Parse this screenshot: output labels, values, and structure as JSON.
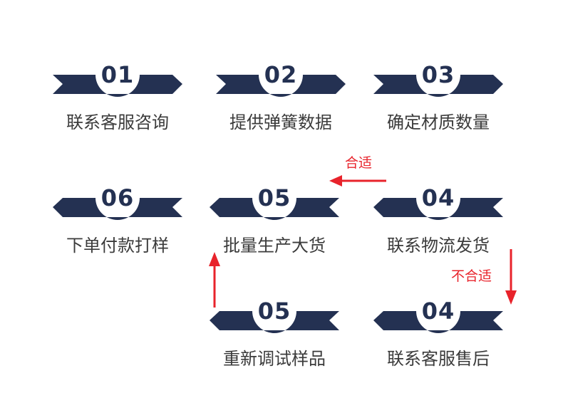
{
  "colors": {
    "banner": "#243152",
    "arrow": "#e8232b",
    "text": "#3b3b3b"
  },
  "steps": [
    {
      "num": "01",
      "label": "联系客服咨询"
    },
    {
      "num": "02",
      "label": "提供弹簧数据"
    },
    {
      "num": "03",
      "label": "确定材质数量"
    },
    {
      "num": "04",
      "label": "联系物流发货"
    },
    {
      "num": "05",
      "label": "批量生产大货"
    },
    {
      "num": "06",
      "label": "下单付款打样"
    },
    {
      "num": "05",
      "label": "重新调试样品"
    },
    {
      "num": "04",
      "label": "联系客服售后"
    }
  ],
  "connectors": {
    "suitable": "合适",
    "not_suitable": "不合适"
  }
}
